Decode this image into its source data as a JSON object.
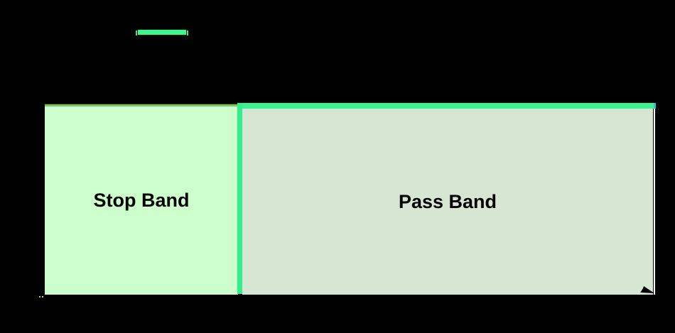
{
  "diagram": {
    "type": "filter-band-diagram",
    "bands": {
      "stop": {
        "label": "Stop Band",
        "fill": "#ccffcc"
      },
      "pass": {
        "label": "Pass Band",
        "fill": "#d7e5d3"
      }
    },
    "legend": {
      "swatch_color": "#3df58f"
    },
    "colors": {
      "background": "#000000",
      "stop_band_fill": "#ccffcc",
      "stop_band_top_border": "#85bf68",
      "pass_band_fill": "#d7e5d3",
      "response_line": "#38f390",
      "cutoff_line": "#2ff08c",
      "end_line": "#ffffff",
      "end_cap": "#27c6cb",
      "label_text": "#000000",
      "axis_arrow": "#000000"
    }
  }
}
